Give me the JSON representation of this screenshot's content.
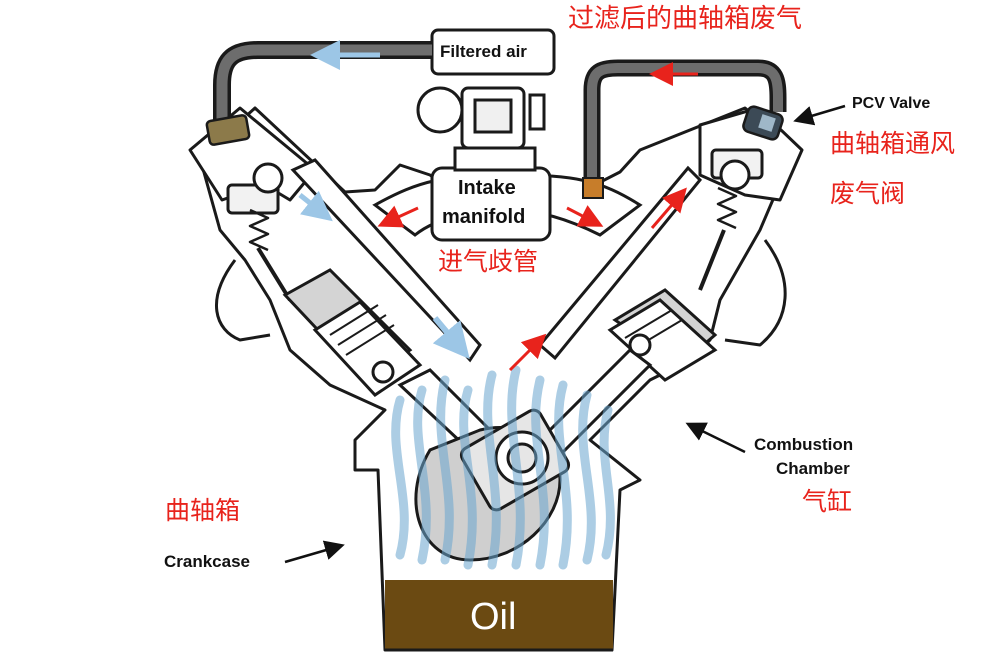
{
  "labels": {
    "filtered_air": "Filtered air",
    "filtered_air_zh": "过滤后的曲轴箱废气",
    "pcv_valve": "PCV Valve",
    "pcv_valve_zh_line1": "曲轴箱通风",
    "pcv_valve_zh_line2": "废气阀",
    "intake_line1": "Intake",
    "intake_line2": "manifold",
    "intake_zh": "进气歧管",
    "combustion_line1": "Combustion",
    "combustion_line2": "Chamber",
    "combustion_zh": "气缸",
    "crankcase": "Crankcase",
    "crankcase_zh": "曲轴箱",
    "oil": "Oil"
  },
  "colors": {
    "label_red": "#e8231c",
    "oil": "#6b4a12",
    "hose": "#6d6d6d",
    "fume": "#6aa6cf",
    "flow_arrow_blue": "#9cc6e6",
    "pcv_cap": "#3c4a56",
    "filter_fitting": "#8c7a4a",
    "brass_fitting": "#c77d2a"
  }
}
